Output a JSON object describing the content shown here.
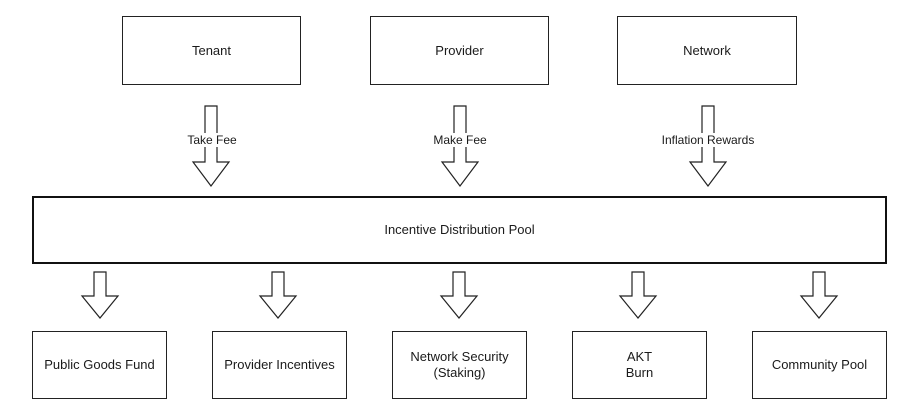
{
  "sources": [
    {
      "label": "Tenant",
      "flow": "Take Fee"
    },
    {
      "label": "Provider",
      "flow": "Make Fee"
    },
    {
      "label": "Network",
      "flow": "Inflation Rewards"
    }
  ],
  "pool": {
    "label": "Incentive Distribution Pool"
  },
  "destinations": [
    {
      "label": "Public Goods Fund"
    },
    {
      "label": "Provider Incentives"
    },
    {
      "label": "Network Security\n(Staking)"
    },
    {
      "label": "AKT\nBurn"
    },
    {
      "label": "Community Pool"
    }
  ]
}
